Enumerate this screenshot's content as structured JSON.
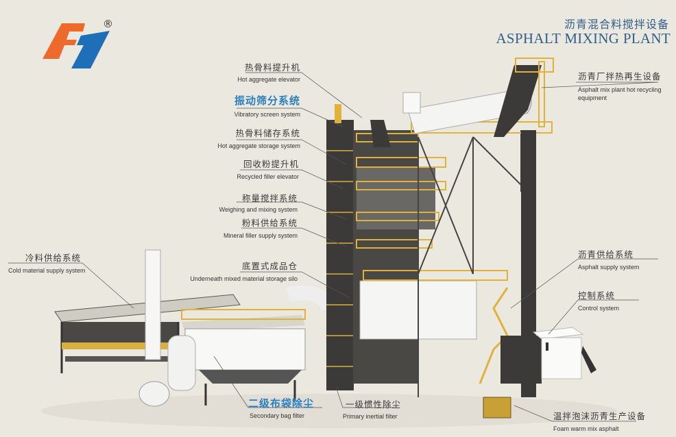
{
  "header": {
    "title_zh": "沥青混合料搅拌设备",
    "title_en": "ASPHALT MIXING PLANT",
    "logo": {
      "registered_mark": "®",
      "colors": {
        "orange": "#ee6a2c",
        "blue": "#1f6fb8"
      }
    }
  },
  "labels": [
    {
      "zh": "热骨料提升机",
      "en": "Hot aggregate elevator"
    },
    {
      "zh": "振动筛分系统",
      "en": "Vibratory screen system"
    },
    {
      "zh": "热骨料储存系统",
      "en": "Hot aggregate storage system"
    },
    {
      "zh": "回收粉提升机",
      "en": "Recycled filler elevator"
    },
    {
      "zh": "称量搅拌系统",
      "en": "Weighing and mixing system"
    },
    {
      "zh": "粉料供给系统",
      "en": "Mineral filler supply system"
    },
    {
      "zh": "底置式成品仓",
      "en": "Underneath mixed material storage silo"
    },
    {
      "zh": "冷料供给系统",
      "en": "Cold material supply system"
    },
    {
      "zh": "二级布袋除尘",
      "en": "Secondary bag filter"
    },
    {
      "zh": "一级惯性除尘",
      "en": "Primary inertial filter"
    },
    {
      "zh": "沥青厂拌热再生设备",
      "en": "Asphalt mix plant hot recycling equipment"
    },
    {
      "zh": "沥青供给系统",
      "en": "Asphalt supply system"
    },
    {
      "zh": "控制系统",
      "en": "Control system"
    },
    {
      "zh": "温拌泡沫沥青生产设备",
      "en": "Foam warm mix asphalt"
    }
  ],
  "colors": {
    "background": "#ebe8e0",
    "accent_blue": "#2a7fbf",
    "structure": "#3b3a38",
    "railing": "#e0b23a"
  }
}
